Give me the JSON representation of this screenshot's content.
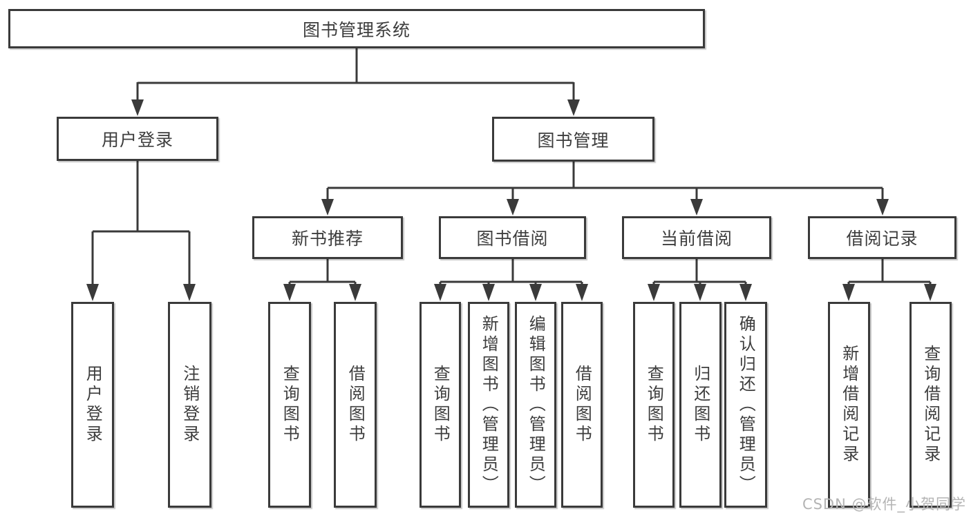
{
  "diagram": {
    "root": {
      "id": "system",
      "label": "图书管理系统"
    },
    "level2": [
      {
        "id": "user-login-group",
        "label": "用户登录",
        "parent": "system"
      },
      {
        "id": "book-management",
        "label": "图书管理",
        "parent": "system"
      }
    ],
    "level3": [
      {
        "id": "new-book-recommend",
        "label": "新书推荐",
        "parent": "book-management"
      },
      {
        "id": "book-borrow",
        "label": "图书借阅",
        "parent": "book-management"
      },
      {
        "id": "current-borrow",
        "label": "当前借阅",
        "parent": "book-management"
      },
      {
        "id": "borrow-records",
        "label": "借阅记录",
        "parent": "book-management"
      }
    ],
    "leaves": [
      {
        "label": "用户登录",
        "parent": "user-login-group"
      },
      {
        "label": "注销登录",
        "parent": "user-login-group"
      },
      {
        "label": "查询图书",
        "parent": "new-book-recommend"
      },
      {
        "label": "借阅图书",
        "parent": "new-book-recommend"
      },
      {
        "label": "查询图书",
        "parent": "book-borrow"
      },
      {
        "label": "新增图书（管理员）",
        "parent": "book-borrow"
      },
      {
        "label": "编辑图书（管理员）",
        "parent": "book-borrow"
      },
      {
        "label": "借阅图书",
        "parent": "book-borrow"
      },
      {
        "label": "查询图书",
        "parent": "current-borrow"
      },
      {
        "label": "归还图书",
        "parent": "current-borrow"
      },
      {
        "label": "确认归还（管理员）",
        "parent": "current-borrow"
      },
      {
        "label": "新增借阅记录",
        "parent": "borrow-records"
      },
      {
        "label": "查询借阅记录",
        "parent": "borrow-records"
      }
    ],
    "watermark": "CSDN @软件_小贺同学",
    "colors": {
      "line": "#3a3a3a",
      "text": "#3d3d3d",
      "watermark": "#b4b4b4",
      "background": "#ffffff"
    }
  }
}
